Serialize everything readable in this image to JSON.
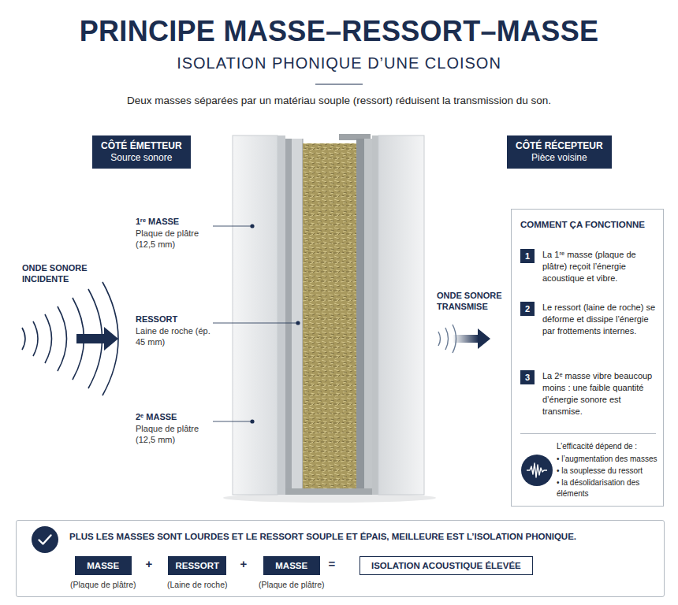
{
  "diagram": {
    "title": "PRINCIPE MASSE–RESSORT–MASSE",
    "caption": "Deux masses séparées par un matériau souple (ressort) réduisent la transmission du son.",
    "nodes": [
      {
        "text": [
          "CÔTÉ ÉMETTEUR",
          "Source sonore"
        ]
      },
      {
        "text": [
          "CÔTÉ RÉCEPTEUR",
          "Pièce voisine"
        ]
      },
      {
        "text": [
          "COMMENT ÇA FONCTIONNE"
        ]
      },
      {
        "text": [
          "1"
        ],
        "in": 2
      },
      {
        "text": [
          "2"
        ],
        "in": 2
      },
      {
        "text": [
          "3"
        ],
        "in": 2
      },
      {
        "text": [
          "PLUS LES MASSES SONT LOURDES ET LE RESSORT SOUPLE ET ÉPAIS, MEILLEURE EST L’ISOLATION PHONIQUE."
        ]
      },
      {
        "text": [
          "MASSE",
          "(Plaque de plâtre)"
        ],
        "in": 6
      },
      {
        "text": [
          "RESSORT",
          "(Laine de roche)"
        ],
        "in": 6
      },
      {
        "text": [
          "MASSE",
          "(Plaque de plâtre)"
        ],
        "in": 6
      },
      {
        "text": [
          "ISOLATION ACOUSTIQUE ÉLEVÉE"
        ],
        "in": 6
      }
    ],
    "labels": [
      "ISOLATION PHONIQUE D’UNE CLOISON",
      "ONDE SONORE INCIDENTE",
      "1ʳᵉ MASSE",
      "Plaque de plâtre (12,5 mm)",
      "RESSORT",
      "Laine de roche (ép. 45 mm)",
      "2ᵉ MASSE",
      "Plaque de plâtre (12,5 mm)",
      "ONDE SONORE TRANSMISE",
      "La 1ʳᵉ masse (plaque de plâtre) reçoit l’énergie acoustique et vibre.",
      "Le ressort (laine de roche) se déforme et dissipe l’énergie par frottements internes.",
      "La 2ᵉ masse vibre beaucoup moins : une faible quantité d’énergie sonore est transmise.",
      "L’efficacité dépend de :",
      "• l’augmentation des masses",
      "• la souplesse du ressort",
      "• la désolidarisation des éléments",
      "+",
      "+",
      "="
    ]
  }
}
